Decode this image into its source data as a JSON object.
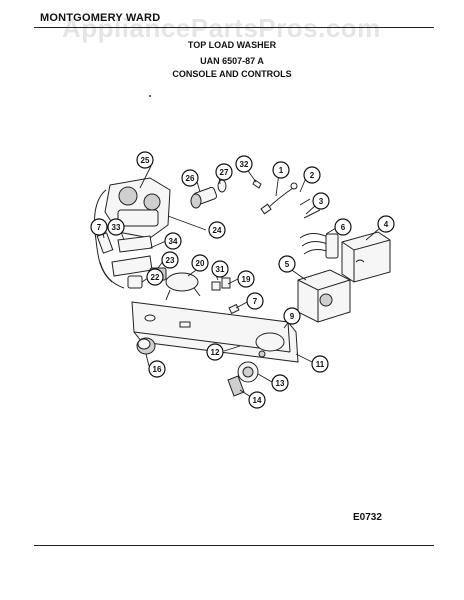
{
  "header": {
    "brand": "MONTGOMERY WARD",
    "watermark": "AppliancePartsPros.com",
    "line1": "TOP LOAD WASHER",
    "line2": "UAN 6507-87 A",
    "line3": "CONSOLE AND CONTROLS"
  },
  "diagram": {
    "code": "E0732",
    "callouts": [
      "25",
      "26",
      "27",
      "32",
      "1",
      "2",
      "3",
      "4",
      "5",
      "6",
      "7",
      "33",
      "34",
      "24",
      "23",
      "22",
      "20",
      "31",
      "19",
      "7",
      "9",
      "12",
      "11",
      "13",
      "14",
      "16"
    ]
  }
}
